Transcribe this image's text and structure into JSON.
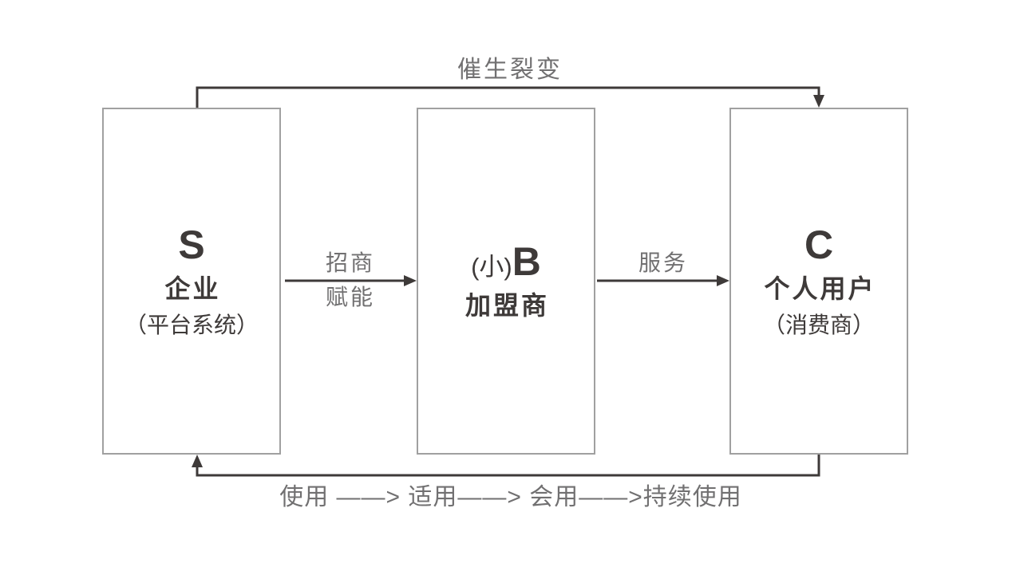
{
  "diagram": {
    "boxes": [
      {
        "letter_prefix": "",
        "letter": "S",
        "name": "企业",
        "subtitle": "（平台系统）"
      },
      {
        "letter_prefix": "(小)",
        "letter": "B",
        "name": "加盟商",
        "subtitle": ""
      },
      {
        "letter_prefix": "",
        "letter": "C",
        "name": "个人用户",
        "subtitle": "（消费商）"
      }
    ],
    "arrows": {
      "top": {
        "label": "催生裂变"
      },
      "s_to_b": {
        "label_line1": "招商",
        "label_line2": "赋能"
      },
      "b_to_c": {
        "label": "服务"
      },
      "bottom": {
        "label": "使用 ——> 适用——> 会用——>持续使用"
      }
    },
    "colors": {
      "background": "#ffffff",
      "box_fill": "#ffffff",
      "box_border": "#a0a0a0",
      "text_dark": "#3e3a39",
      "label_gray": "#717071",
      "arrow": "#3e3a39"
    }
  }
}
